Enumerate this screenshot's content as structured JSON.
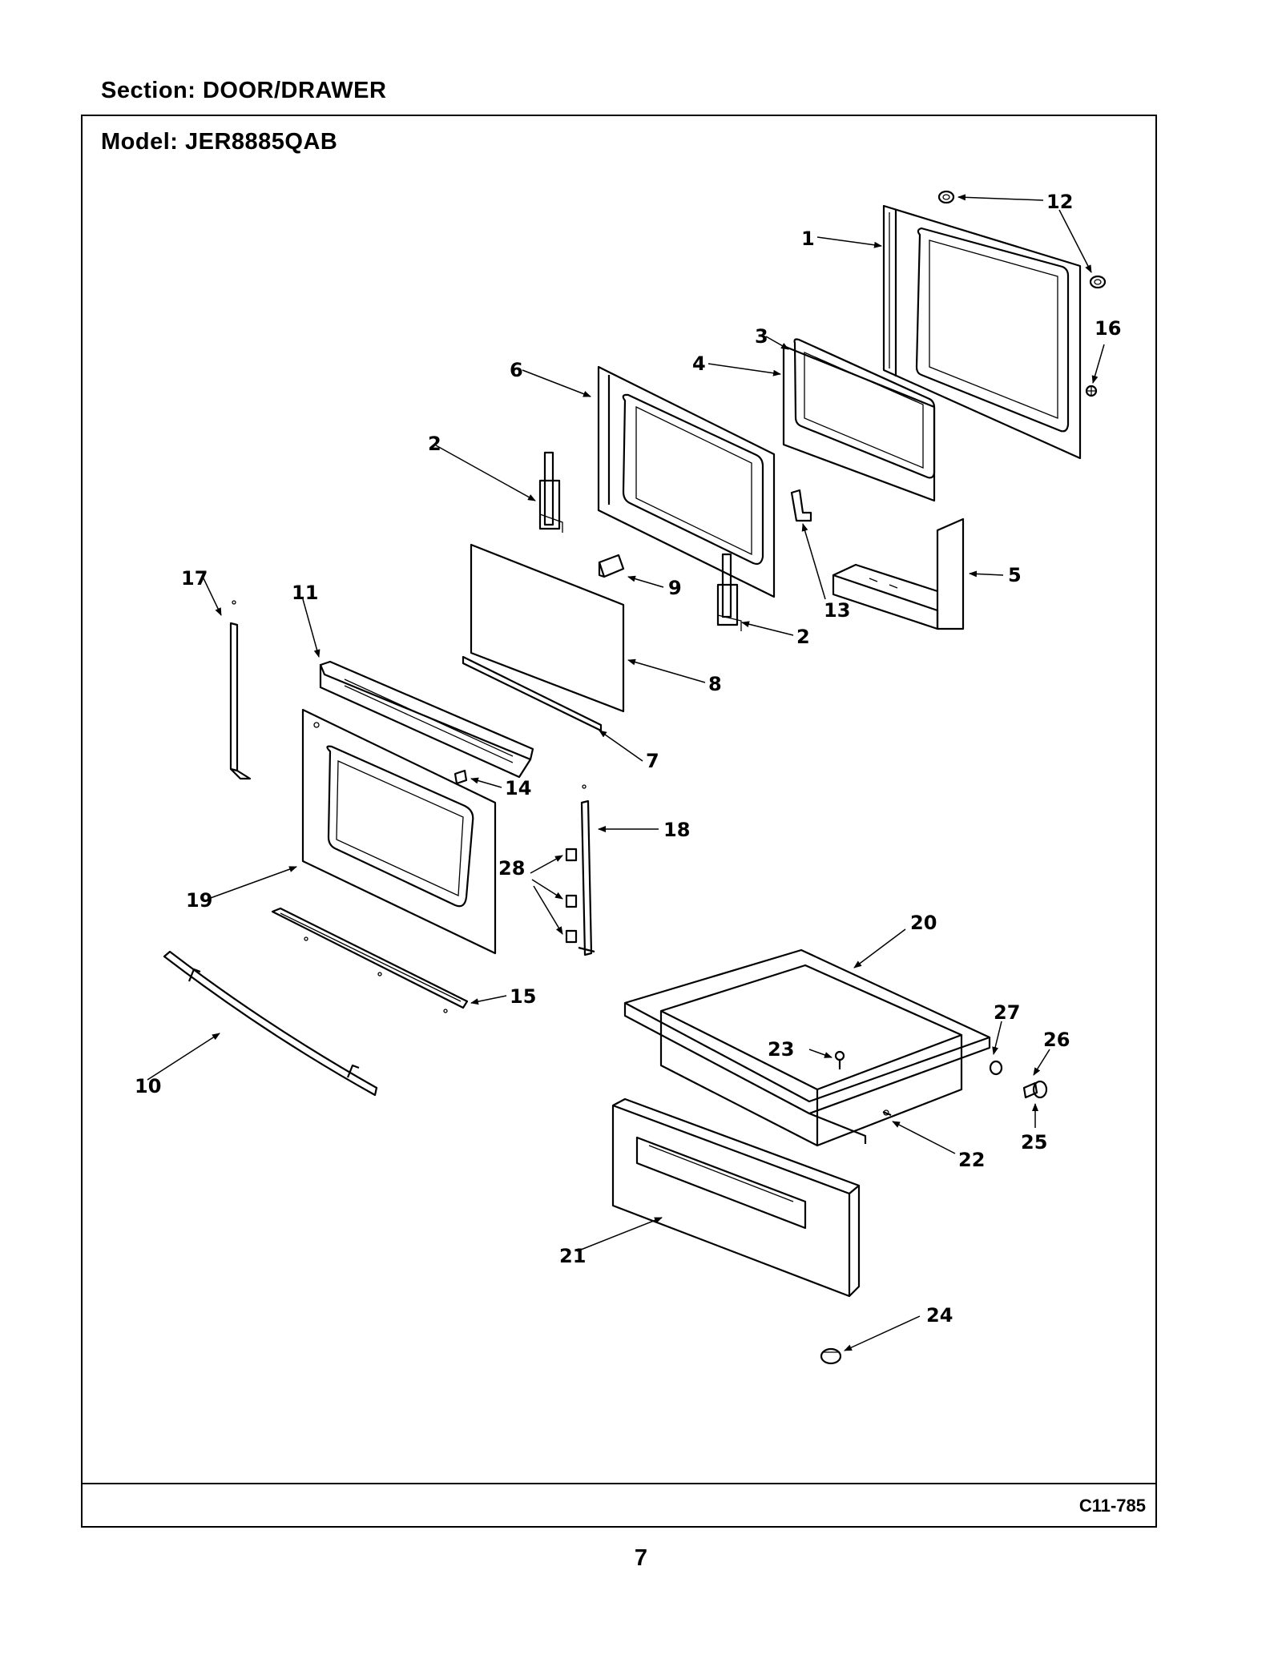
{
  "header": {
    "section_title": "Section:  DOOR/DRAWER"
  },
  "frame": {
    "model_title": "Model:  JER8885QAB",
    "diagram_code": "C11-785"
  },
  "footer": {
    "page_number": "7"
  },
  "callouts": {
    "c1": "1",
    "c2a": "2",
    "c2b": "2",
    "c3": "3",
    "c4": "4",
    "c5": "5",
    "c6": "6",
    "c7": "7",
    "c8": "8",
    "c9": "9",
    "c10": "10",
    "c11": "11",
    "c12": "12",
    "c13": "13",
    "c14": "14",
    "c15": "15",
    "c16": "16",
    "c17": "17",
    "c18": "18",
    "c19": "19",
    "c20": "20",
    "c21": "21",
    "c22": "22",
    "c23": "23",
    "c24": "24",
    "c25": "25",
    "c26": "26",
    "c27": "27",
    "c28": "28"
  }
}
